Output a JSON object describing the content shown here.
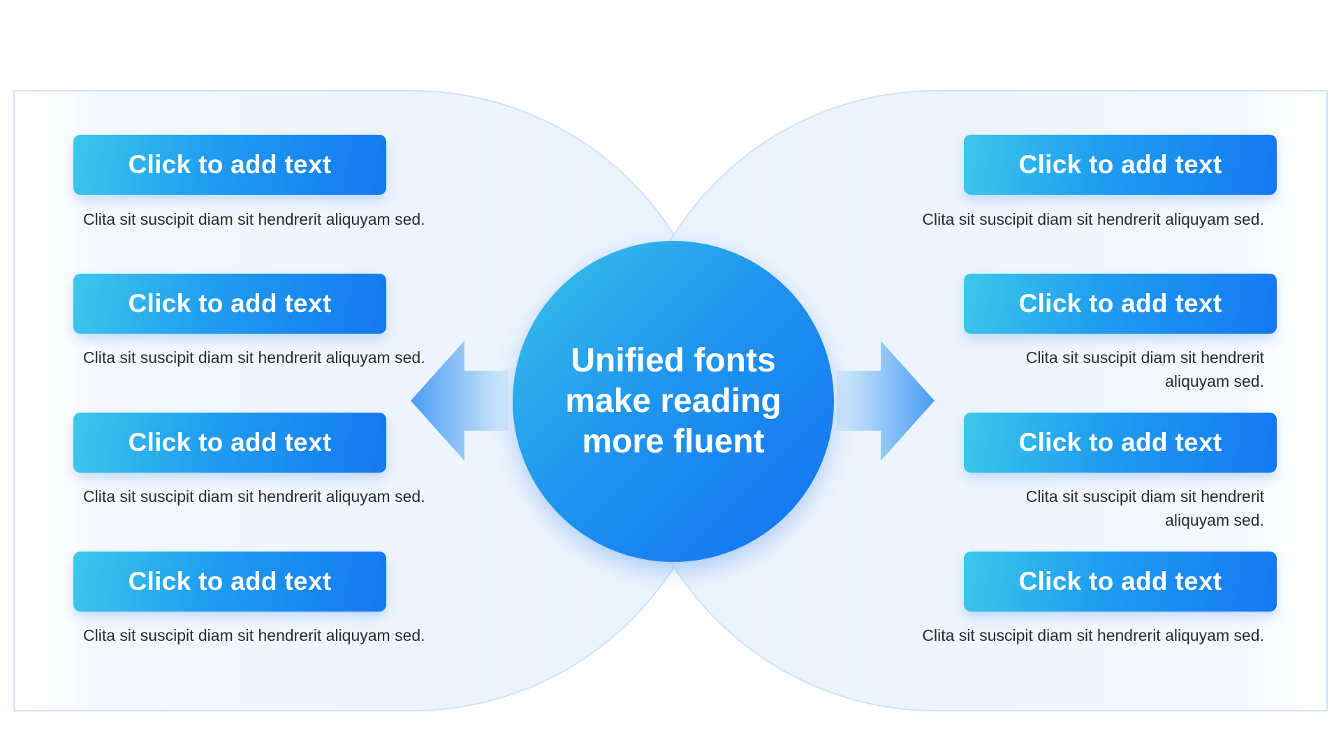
{
  "diagram": {
    "center_text": "Unified fonts make reading more fluent",
    "left_items": [
      {
        "button_label": "Click to add text",
        "description": "Clita sit suscipit diam sit hendrerit aliquyam sed."
      },
      {
        "button_label": "Click to add text",
        "description": "Clita sit suscipit diam sit hendrerit aliquyam sed."
      },
      {
        "button_label": "Click to add text",
        "description": "Clita sit suscipit diam sit hendrerit aliquyam sed."
      },
      {
        "button_label": "Click to add text",
        "description": "Clita sit suscipit diam sit hendrerit aliquyam sed."
      }
    ],
    "right_items": [
      {
        "button_label": "Click to add text",
        "description": "Clita sit suscipit diam sit hendrerit aliquyam sed."
      },
      {
        "button_label": "Click to add text",
        "description": "Clita sit suscipit diam sit hendrerit aliquyam sed."
      },
      {
        "button_label": "Click to add text",
        "description": "Clita sit suscipit diam sit hendrerit aliquyam sed."
      },
      {
        "button_label": "Click to add text",
        "description": "Clita sit suscipit diam sit hendrerit aliquyam sed."
      }
    ]
  },
  "colors": {
    "accent_start": "#3cc8ea",
    "accent_end": "#1478f2",
    "panel_fill": "#edf4fd",
    "panel_stroke": "#c9dff6",
    "text": "#2b2b2b"
  },
  "icons": [
    "arrow-left-icon",
    "arrow-right-icon"
  ]
}
